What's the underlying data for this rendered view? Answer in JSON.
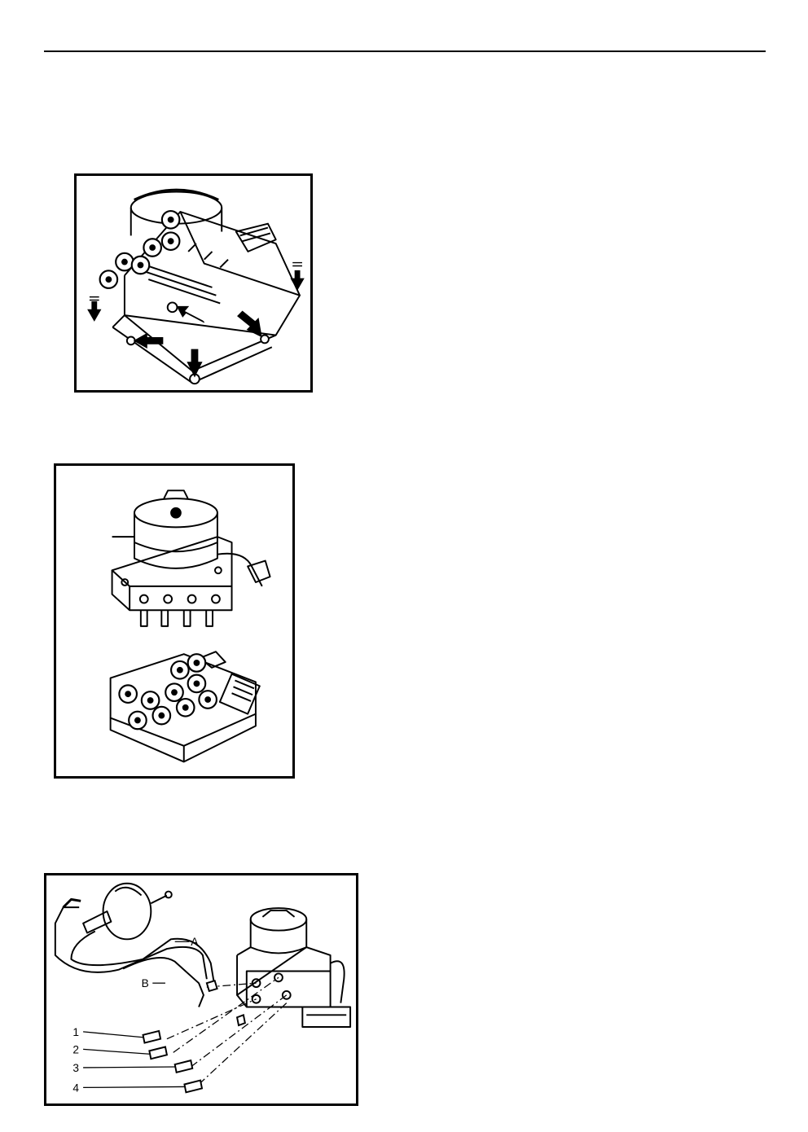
{
  "figures": [
    {
      "id": "fig1",
      "subject": "abs-hydraulic-unit-underside-screws"
    },
    {
      "id": "fig2",
      "subject": "abs-pump-motor-separated-from-control-module"
    },
    {
      "id": "fig3",
      "subject": "brake-line-connections",
      "labels": {
        "line_a": "A",
        "line_b": "B",
        "port_1": "1",
        "port_2": "2",
        "port_3": "3",
        "port_4": "4"
      }
    }
  ],
  "icons": [
    "arrow-icon",
    "motor-icon",
    "solenoid-icon",
    "brake-booster-icon"
  ]
}
